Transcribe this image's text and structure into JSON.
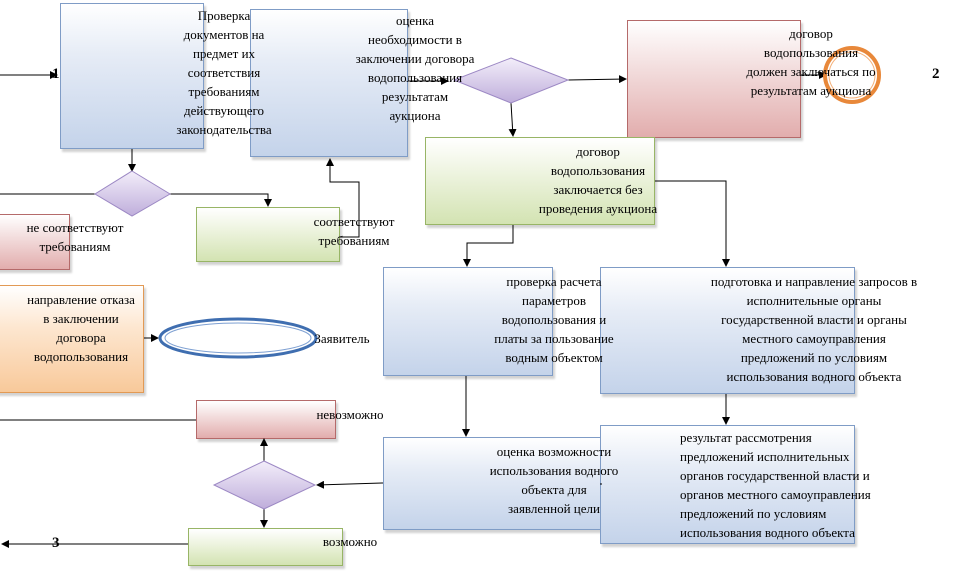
{
  "nodes": {
    "check_docs": "Проверка\nдокументов на\nпредмет их\nсоответствия\nтребованиям\nдействующего\nзаконодательства",
    "assess_need": "оценка\nнеобходимости в\nзаключении договора\nводопользования\nрезультатам\nаукциона",
    "contract_auction": "договор\nводопользования\nдолжен заключаться по\nрезультатам аукциона",
    "contract_no_auction": "договор\nводопользования\nзаключается без\nпроведения аукциона",
    "not_conform": "не соответствуют\nтребованиям",
    "conform": "соответствуют\nтребованиям",
    "refusal": "направление отказа\nв заключении\nдоговора\nводопользования",
    "applicant": "Заявитель",
    "check_params": "проверка расчета\nпараметров\nводопользования и\nплаты за пользование\nводным объектом",
    "requests": "подготовка и направление запросов в\nисполнительные органы\nгосударственной власти и органы\nместного самоуправления\nпредложений по условиям\nиспользования водного объекта",
    "impossible": "невозможно",
    "assess_possibility": "оценка возможности\nиспользования водного\nобъекта для\nзаявленной цели",
    "review_result": "результат рассмотрения\nпредложений исполнительных\nорганов государственной власти и\nорганов местного самоуправления\nпредложений по условиям\nиспользования водного объекта",
    "possible": "возможно"
  },
  "markers": {
    "m1": "1",
    "m2": "2",
    "m3": "3"
  },
  "colors": {
    "blue": "#c4d3ea",
    "green": "#d3e3b2",
    "red": "#e2adad",
    "orange": "#f8c99a",
    "decision": "#cbbbe0",
    "ellipse_blue": "#3f6eb0",
    "circle_orange": "#e8883a"
  }
}
